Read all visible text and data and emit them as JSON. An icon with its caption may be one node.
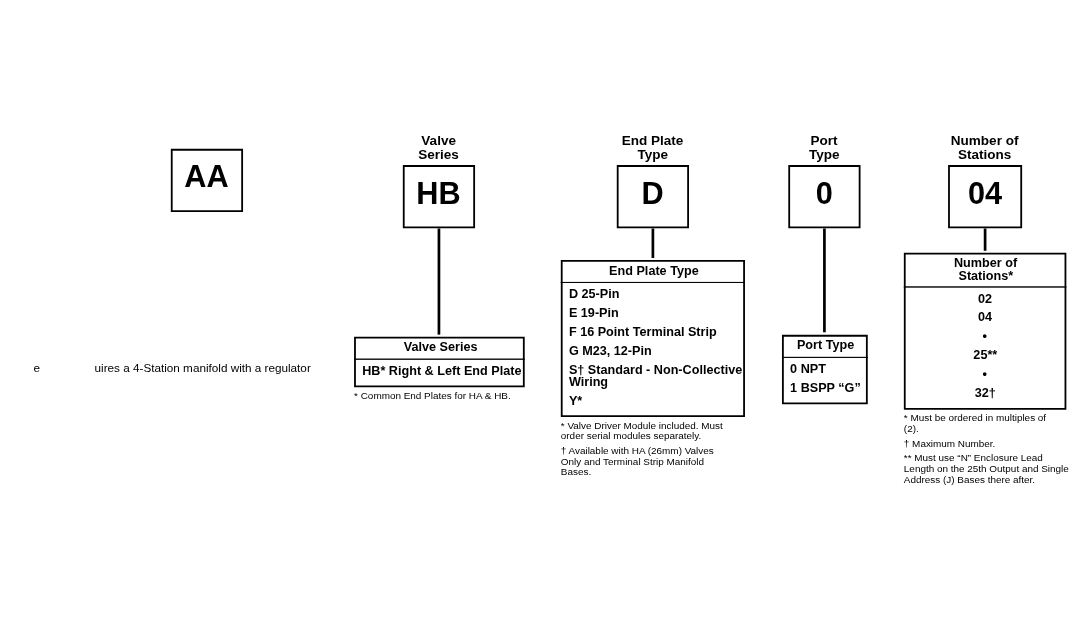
{
  "diagram": {
    "nodes": [
      {
        "text": [
          "AA"
        ]
      },
      {
        "text": [
          "Valve Series",
          "HB"
        ]
      },
      {
        "text": [
          "Valve Series",
          "HB* Right & Left End Plate"
        ],
        "beside": [
          "* Common End Plates for HA & HB."
        ]
      },
      {
        "text": [
          "End Plate Type",
          "D"
        ]
      },
      {
        "text": [
          "End Plate Type",
          "D 25-Pin",
          "E 19-Pin",
          "F 16 Point Terminal Strip",
          "G M23, 12-Pin",
          "S† Standard - Non-Collective Wiring",
          "Y*"
        ],
        "beside": [
          "* Valve Driver Module included. Must order serial modules separately.",
          "† Available with HA (26mm) Valves Only and Terminal Strip Manifold Bases."
        ]
      },
      {
        "text": [
          "Port Type",
          "0"
        ]
      },
      {
        "text": [
          "Port Type",
          "0 NPT",
          "1 BSPP “G”"
        ]
      },
      {
        "text": [
          "Number of Stations",
          "04"
        ]
      },
      {
        "text": [
          "Number of Stations*",
          "02",
          "04",
          "•",
          "25**",
          "•",
          "32†"
        ],
        "beside": [
          "* Must be ordered in multiples of (2).",
          "† Maximum Number.",
          "** Must use “N” Enclosure Lead Length on the 25th Output and Single Address (J) Bases there after."
        ]
      }
    ],
    "edges": [
      {
        "from": 1,
        "to": 2,
        "arrow": "none"
      },
      {
        "from": 3,
        "to": 4,
        "arrow": "none"
      },
      {
        "from": 5,
        "to": 6,
        "arrow": "none"
      },
      {
        "from": 7,
        "to": 8,
        "arrow": "none"
      }
    ],
    "labels": [
      "e",
      "uires a 4-Station manifold with a regulator"
    ]
  }
}
